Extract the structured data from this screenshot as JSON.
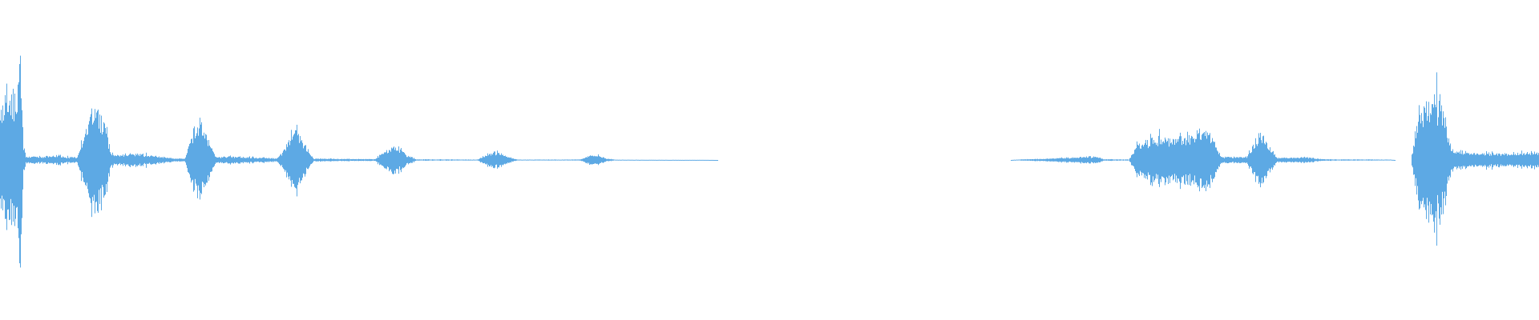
{
  "chart_data": {
    "type": "area",
    "title": "",
    "xlabel": "",
    "ylabel": "",
    "grid": false,
    "legend": "none",
    "duration_s": 60,
    "ylim": [
      -1,
      1
    ],
    "color": "#5DA9E4",
    "series": [
      {
        "points": [
          [
            0.0,
            0.4
          ],
          [
            0.2,
            0.42
          ],
          [
            0.4,
            0.44
          ],
          [
            0.6,
            0.42
          ],
          [
            0.8,
            0.7
          ],
          [
            0.9,
            0.1
          ],
          [
            1.0,
            0.025
          ],
          [
            1.6,
            0.02
          ],
          [
            2.2,
            0.035
          ],
          [
            2.5,
            0.02
          ],
          [
            3.0,
            0.02
          ],
          [
            3.5,
            0.32
          ],
          [
            3.8,
            0.35
          ],
          [
            4.1,
            0.25
          ],
          [
            4.3,
            0.05
          ],
          [
            4.6,
            0.035
          ],
          [
            5.0,
            0.045
          ],
          [
            5.5,
            0.04
          ],
          [
            6.0,
            0.03
          ],
          [
            6.8,
            0.01
          ],
          [
            7.2,
            0.01
          ],
          [
            7.5,
            0.2
          ],
          [
            7.8,
            0.28
          ],
          [
            8.1,
            0.15
          ],
          [
            8.4,
            0.018
          ],
          [
            9.0,
            0.025
          ],
          [
            9.8,
            0.018
          ],
          [
            10.8,
            0.012
          ],
          [
            11.2,
            0.1
          ],
          [
            11.5,
            0.2
          ],
          [
            11.8,
            0.12
          ],
          [
            12.2,
            0.01
          ],
          [
            13.0,
            0.008
          ],
          [
            14.6,
            0.006
          ],
          [
            15.0,
            0.06
          ],
          [
            15.4,
            0.1
          ],
          [
            15.8,
            0.04
          ],
          [
            16.2,
            0.005
          ],
          [
            17.5,
            0.004
          ],
          [
            18.6,
            0.003
          ],
          [
            19.0,
            0.045
          ],
          [
            19.4,
            0.055
          ],
          [
            19.8,
            0.02
          ],
          [
            20.2,
            0.003
          ],
          [
            22.0,
            0.003
          ],
          [
            22.6,
            0.004
          ],
          [
            23.0,
            0.03
          ],
          [
            23.3,
            0.035
          ],
          [
            23.6,
            0.01
          ],
          [
            24.0,
            0.002
          ],
          [
            26.5,
            0.001
          ],
          [
            27.5,
            0.001
          ],
          [
            28.0,
            0.0
          ],
          [
            39.4,
            0.0
          ],
          [
            39.6,
            0.003
          ],
          [
            41.0,
            0.01
          ],
          [
            42.0,
            0.02
          ],
          [
            42.8,
            0.025
          ],
          [
            43.0,
            0.005
          ],
          [
            44.0,
            0.004
          ],
          [
            44.4,
            0.12
          ],
          [
            45.0,
            0.16
          ],
          [
            46.0,
            0.15
          ],
          [
            47.0,
            0.2
          ],
          [
            47.3,
            0.16
          ],
          [
            47.6,
            0.02
          ],
          [
            48.6,
            0.02
          ],
          [
            48.9,
            0.12
          ],
          [
            49.2,
            0.18
          ],
          [
            49.5,
            0.08
          ],
          [
            49.8,
            0.015
          ],
          [
            50.8,
            0.02
          ],
          [
            51.6,
            0.005
          ],
          [
            54.2,
            0.003
          ],
          [
            54.4,
            0.0
          ],
          [
            55.0,
            0.0
          ],
          [
            55.3,
            0.35
          ],
          [
            55.8,
            0.45
          ],
          [
            56.2,
            0.38
          ],
          [
            56.6,
            0.07
          ],
          [
            57.5,
            0.05
          ],
          [
            58.5,
            0.045
          ],
          [
            59.3,
            0.05
          ],
          [
            60.0,
            0.06
          ]
        ]
      }
    ]
  }
}
